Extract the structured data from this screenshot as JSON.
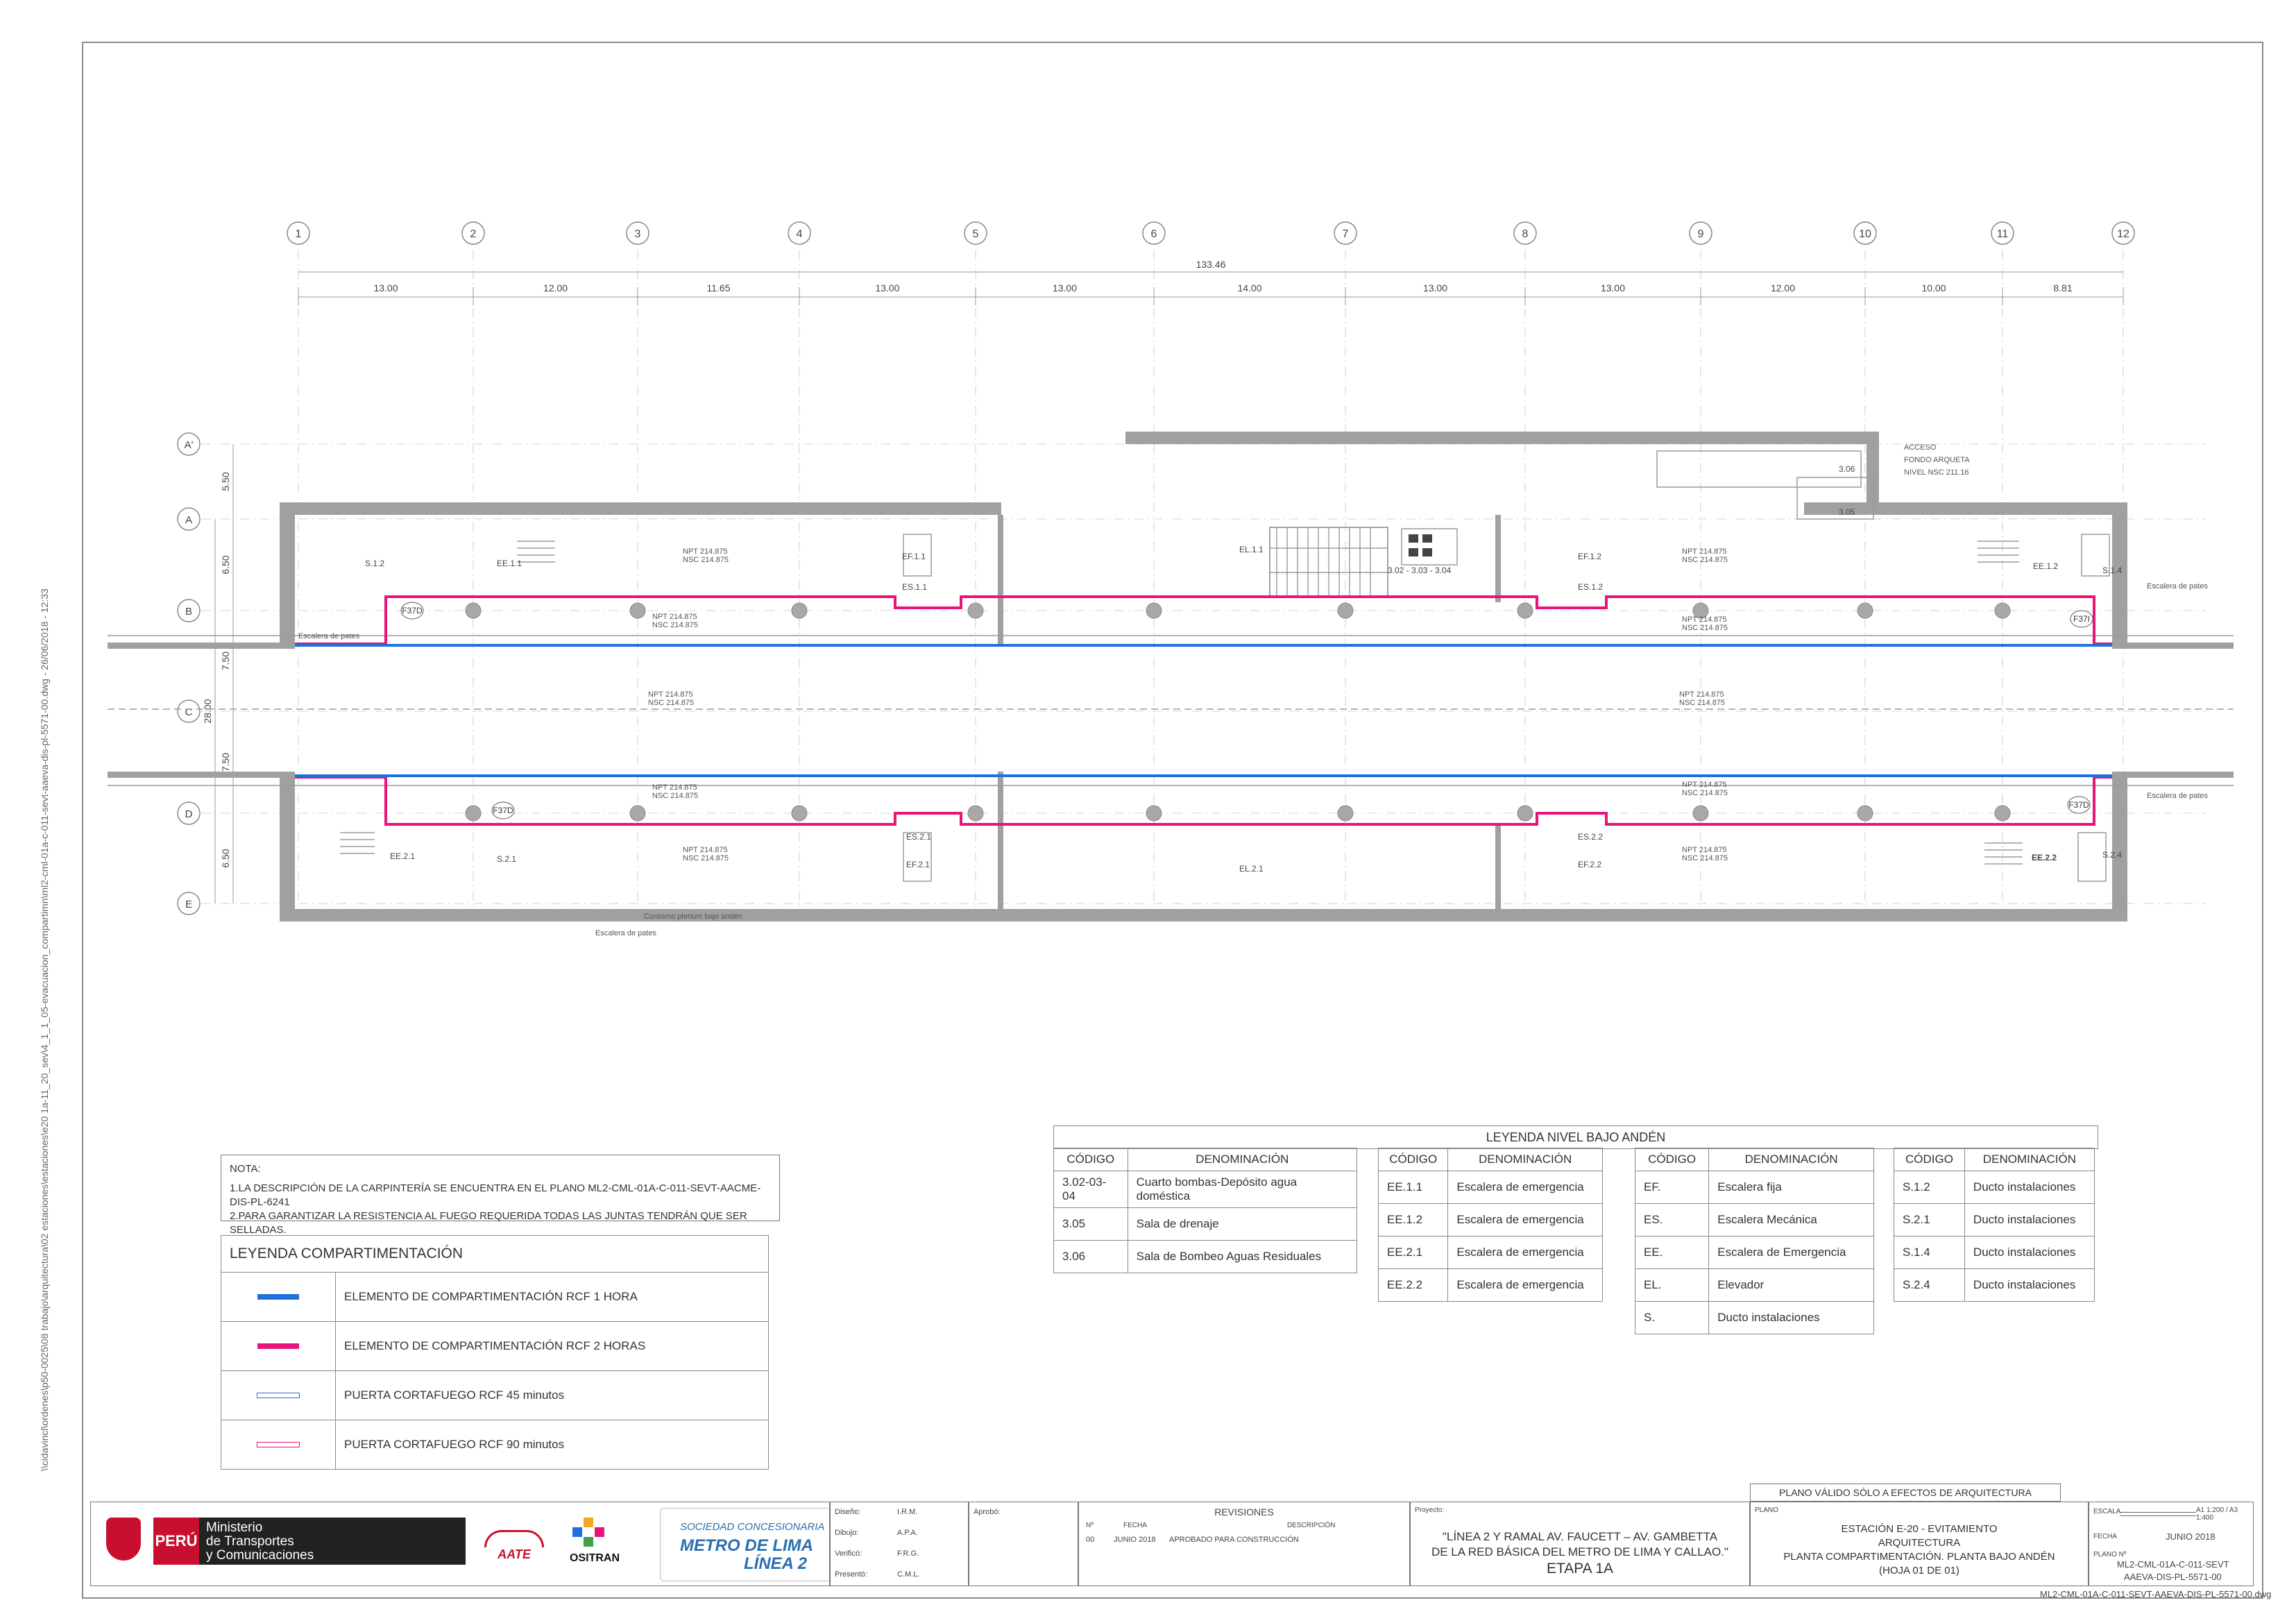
{
  "axes": {
    "columns": [
      "1",
      "2",
      "3",
      "4",
      "5",
      "6",
      "7",
      "8",
      "9",
      "10",
      "11",
      "12"
    ],
    "rows": [
      "A'",
      "A",
      "B",
      "C",
      "D",
      "E"
    ],
    "total_length": "133.46",
    "spans": [
      "13.00",
      "12.00",
      "11.65",
      "13.00",
      "13.00",
      "14.00",
      "13.00",
      "13.00",
      "12.00",
      "10.00",
      "8.81"
    ],
    "row_dims": [
      "5.50",
      "6.50",
      "7.50",
      "28.00",
      "7.50",
      "6.50"
    ]
  },
  "plan_labels": {
    "s12": "S.1.2",
    "ee11": "EE.1.1",
    "ef11": "EF.1.1",
    "es11": "ES.1.1",
    "el11": "EL.1.1",
    "ef12": "EF.1.2",
    "es12": "ES.1.2",
    "ee12": "EE.1.2",
    "s14": "S.1.4",
    "ee21": "EE.2.1",
    "s21": "S.2.1",
    "es21": "ES.2.1",
    "ef21": "EF.2.1",
    "el21": "EL.2.1",
    "es22": "ES.2.2",
    "ef22": "EF.2.2",
    "ee22": "EE.2.2",
    "s24": "S.2.4",
    "f37d": "F37D",
    "f37i": "F37I",
    "npt": "NPT 214.875",
    "nsc": "NSC 214.875",
    "room306": "3.06",
    "room305": "3.05",
    "room30203": "3.02 - 3.03 - 3.04",
    "acceso": "ACCESO",
    "fondo": "FONDO ARQUETA",
    "nivel": "NIVEL NSC 211.16",
    "escalera_pates": "Escalera de pates",
    "contorno": "Contorno plenum  bajo andén"
  },
  "nota": {
    "title": "NOTA:",
    "line1": "1.LA DESCRIPCIÓN DE LA CARPINTERÍA SE ENCUENTRA EN EL PLANO  ML2-CML-01A-C-011-SEVT-AACME-DIS-PL-6241",
    "line2": "2.PARA GARANTIZAR LA RESISTENCIA AL FUEGO REQUERIDA TODAS LAS JUNTAS TENDRÁN QUE SER SELLADAS."
  },
  "leyenda_comp": {
    "title": "LEYENDA COMPARTIMENTACIÓN",
    "items": [
      {
        "label": "ELEMENTO DE COMPARTIMENTACIÓN RCF 1 HORA",
        "color": "#1f6fe0"
      },
      {
        "label": "ELEMENTO DE COMPARTIMENTACIÓN RCF 2 HORAS",
        "color": "#e8147a"
      },
      {
        "label": "PUERTA CORTAFUEGO RCF 45 minutos",
        "color": "#1f6fe0"
      },
      {
        "label": "PUERTA CORTAFUEGO RCF 90 minutos",
        "color": "#e8147a"
      }
    ]
  },
  "leyenda_nivel": {
    "title": "LEYENDA NIVEL BAJO ANDÉN",
    "h_codigo": "CÓDIGO",
    "h_denominacion": "DENOMINACIÓN",
    "t1": [
      {
        "c": "3.02-03-04",
        "d": "Cuarto bombas-Depósito agua doméstica"
      },
      {
        "c": "3.05",
        "d": "Sala de drenaje"
      },
      {
        "c": "3.06",
        "d": "Sala de Bombeo Aguas Residuales"
      }
    ],
    "t2": [
      {
        "c": "EE.1.1",
        "d": "Escalera de emergencia"
      },
      {
        "c": "EE.1.2",
        "d": "Escalera de emergencia"
      },
      {
        "c": "EE.2.1",
        "d": "Escalera de emergencia"
      },
      {
        "c": "EE.2.2",
        "d": "Escalera de emergencia"
      }
    ],
    "t3": [
      {
        "c": "EF.",
        "d": "Escalera fija"
      },
      {
        "c": "ES.",
        "d": "Escalera Mecánica"
      },
      {
        "c": "EE.",
        "d": "Escalera de Emergencia"
      },
      {
        "c": "EL.",
        "d": "Elevador"
      },
      {
        "c": "S.",
        "d": "Ducto instalaciones"
      }
    ],
    "t4": [
      {
        "c": "S.1.2",
        "d": "Ducto instalaciones"
      },
      {
        "c": "S.2.1",
        "d": "Ducto instalaciones"
      },
      {
        "c": "S.1.4",
        "d": "Ducto instalaciones"
      },
      {
        "c": "S.2.4",
        "d": "Ducto instalaciones"
      }
    ]
  },
  "side_caption": "\\\\cidavincl\\ordenes\\p50-0025\\08 trabajo\\arquitectura\\02 estaciones\\estaciones\\e20 1a-11_20_sev\\4_1_1_05-evacuacion_compartimn\\ml2-cml-01a-c-011-sevt-aaeva-dis-pl-5571-00.dwg - 26/06/2018 - 12:33",
  "titleblock": {
    "peru": "PERÚ",
    "ministerio1": "Ministerio",
    "ministerio2": "de Transportes",
    "ministerio3": "y Comunicaciones",
    "aate": "AATE",
    "ositran": "OSITRAN",
    "sociedad": "SOCIEDAD CONCESIONARIA",
    "metro1": "METRO DE LIMA",
    "metro2": "LÍNEA 2",
    "diseno": "Diseño:",
    "diseno_v": "I.R.M.",
    "dibujo": "Dibujo:",
    "dibujo_v": "A.P.A.",
    "verifico": "Verificó:",
    "verifico_v": "F.R.G.",
    "presento": "Presentó:",
    "presento_v": "C.M.L.",
    "aprobo": "Aprobó:",
    "revisiones": "REVISIONES",
    "rev_n": "Nº",
    "rev_fecha": "FECHA",
    "rev_desc": "DESCRIPCIÓN",
    "rev_row_n": "00",
    "rev_row_fecha": "JUNIO 2018",
    "rev_row_desc": "APROBADO PARA CONSTRUCCIÓN",
    "proyecto": "Proyecto:",
    "proj1": "\"LÍNEA 2 Y RAMAL AV. FAUCETT – AV. GAMBETTA",
    "proj2": "DE LA RED BÁSICA DEL METRO DE LIMA Y CALLAO.\"",
    "proj3": "ETAPA 1A",
    "valido": "PLANO VÁLIDO SÓLO A EFECTOS DE ARQUITECTURA",
    "plano": "PLANO",
    "p1": "ESTACIÓN E-20 - EVITAMIENTO",
    "p2": "ARQUITECTURA",
    "p3": "PLANTA COMPARTIMENTACIÓN. PLANTA BAJO ANDÉN",
    "p4": "(HOJA 01 DE 01)",
    "escala": "ESCALA",
    "escala_v": "A1 1:200 / A3 1:400",
    "fecha": "FECHA",
    "fecha_v": "JUNIO 2018",
    "plano_n": "PLANO Nº",
    "pn1": "ML2-CML-01A-C-011-SEVT",
    "pn2": "AAEVA-DIS-PL-5571-00",
    "filename": "ML2-CML-01A-C-011-SEVT-AAEVA-DIS-PL-5571-00.dwg"
  }
}
